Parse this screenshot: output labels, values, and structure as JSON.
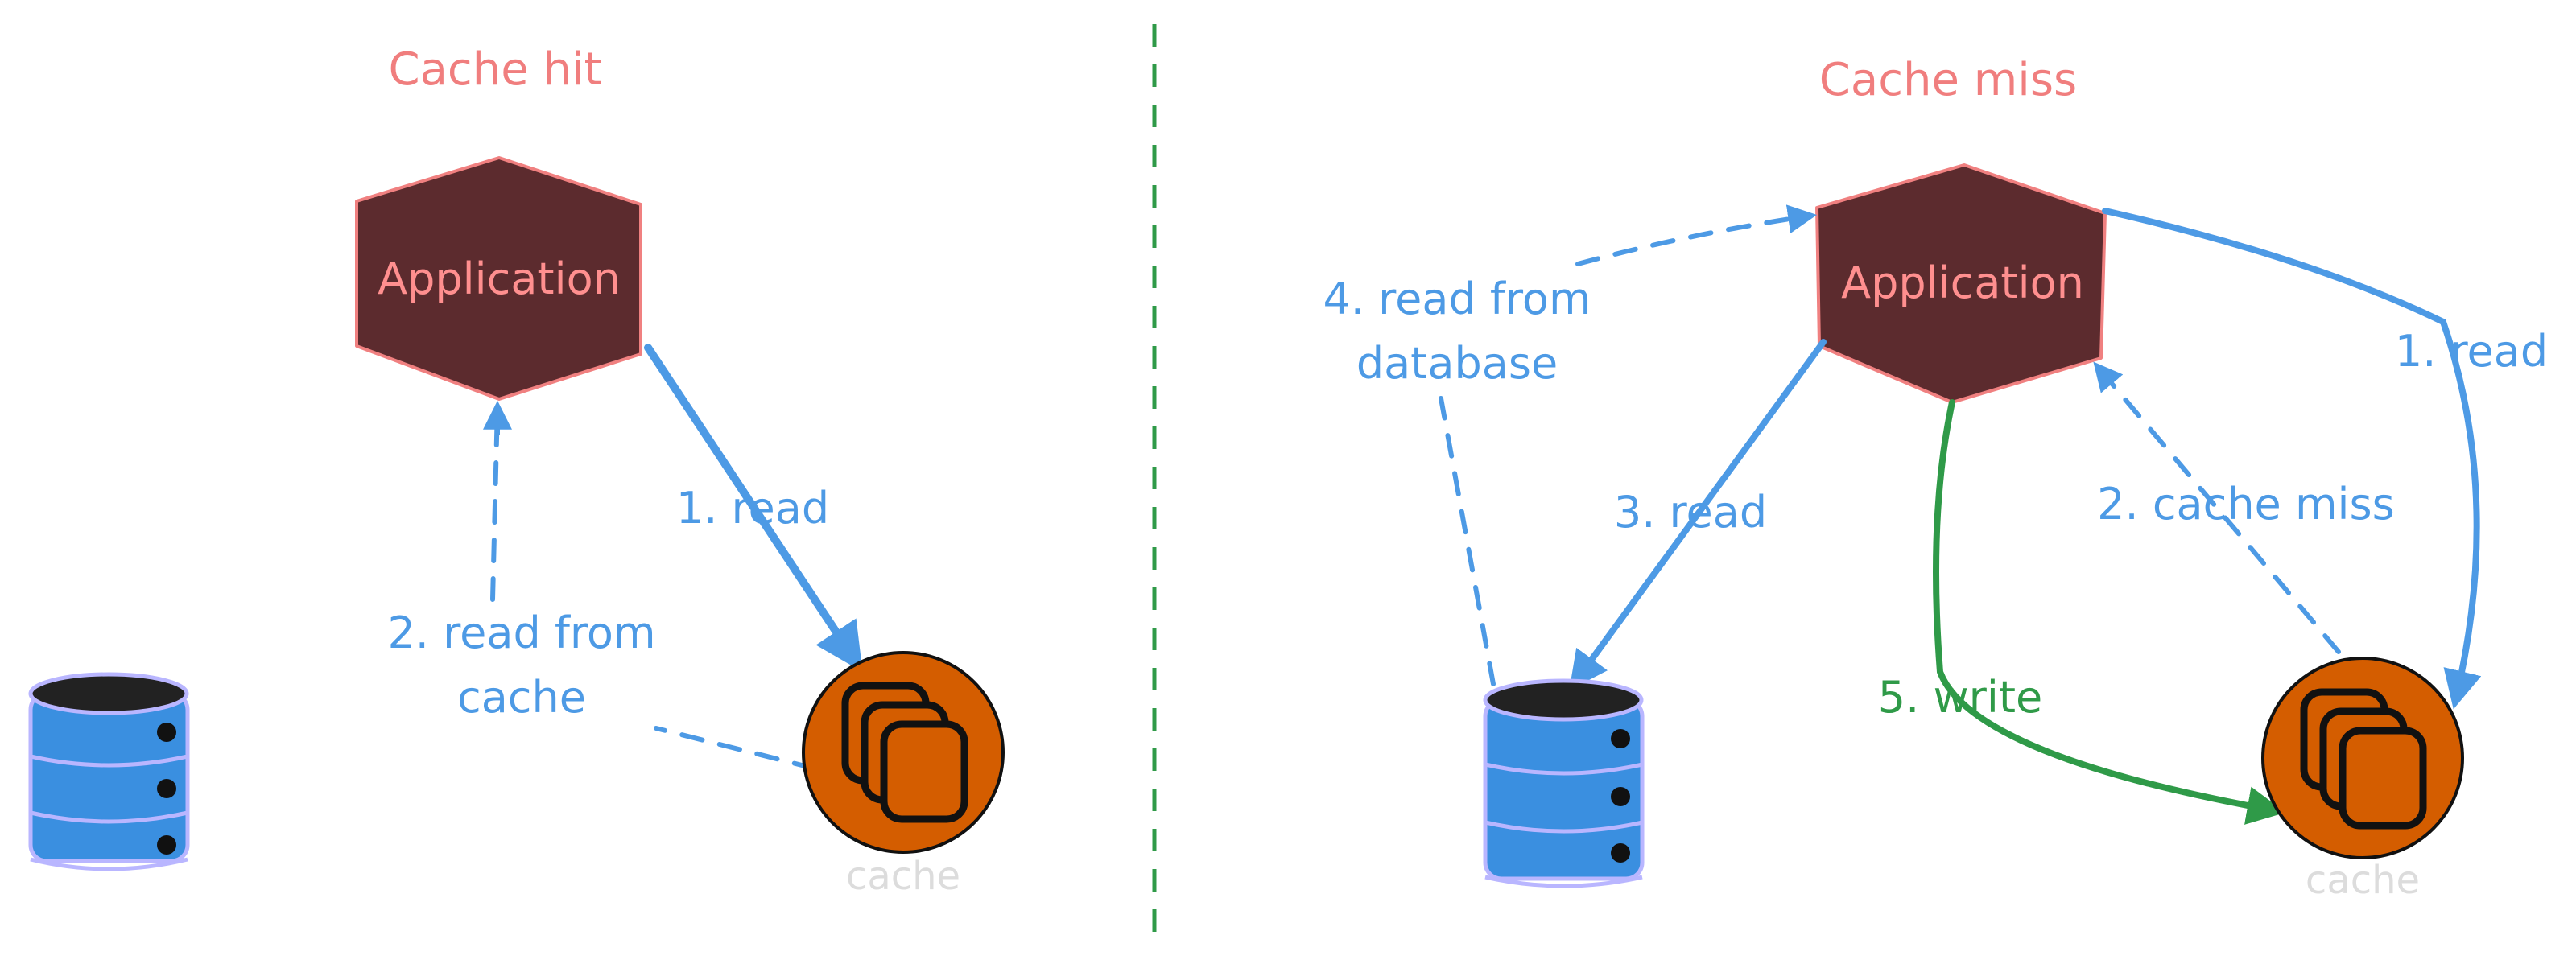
{
  "left_panel": {
    "title": "Cache hit",
    "app_label": "Application",
    "arrow1_label": "1. read",
    "arrow2_label_line1": "2. read from",
    "arrow2_label_line2": "cache",
    "cache_label": "cache"
  },
  "right_panel": {
    "title": "Cache miss",
    "app_label": "Application",
    "arrow1_label": "1. read",
    "arrow2_label": "2. cache miss",
    "arrow3_label": "3. read",
    "arrow4_label_line1": "4. read from",
    "arrow4_label_line2": "database",
    "arrow5_label": "5. write",
    "cache_label": "cache"
  },
  "colors": {
    "title": "#f07e7e",
    "app_fill": "#5c2b2e",
    "app_stroke": "#f08080",
    "app_text": "#ff8f8f",
    "arrow_blue": "#4d9ae5",
    "arrow_green": "#2f9a48",
    "divider": "#2f9a48",
    "cache_fill": "#d45d00",
    "db_fill": "#3a8fe0",
    "db_outline": "#b9b6ff",
    "cache_label": "#dcdcdc"
  }
}
